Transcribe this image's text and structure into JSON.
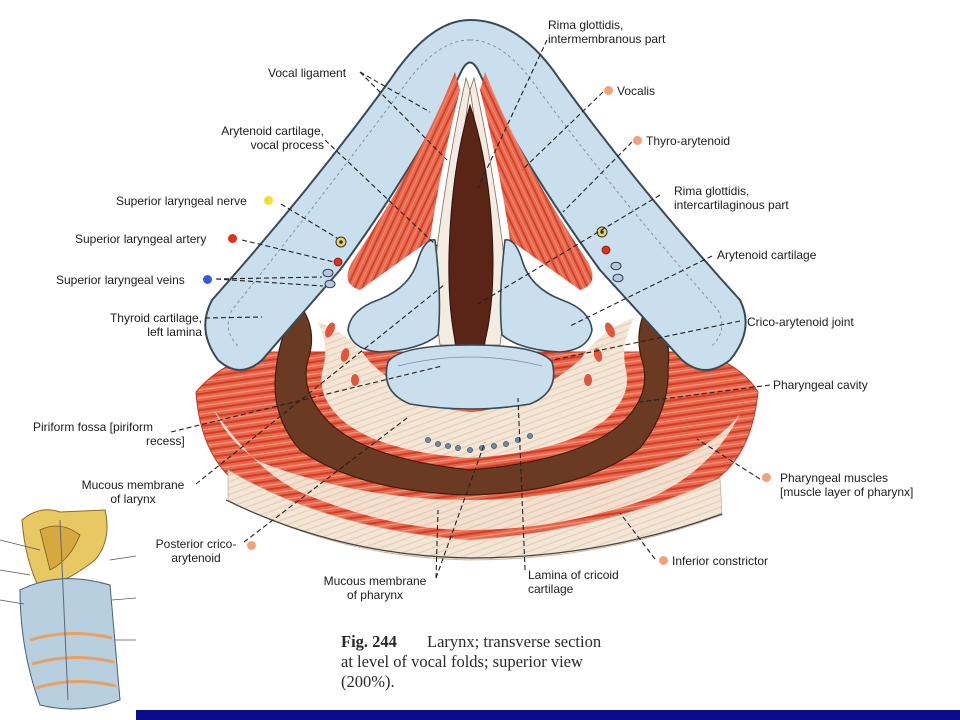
{
  "colors": {
    "cartilage": "#c9dfee",
    "cartilage_edge": "#3a4a55",
    "muscle": "#e4553f",
    "mucosa": "#f1e2cf",
    "pharynx_cavity": "#6b3a22",
    "rima": "#5a2416",
    "nerve_dot": "#f0e030",
    "artery_dot": "#e03020",
    "vein_dot": "#2f5fd0",
    "muscle_dot": "#f2a27a",
    "bottom_bar": "#0b0b8c"
  },
  "labels": {
    "rima_inter_l1": "Rima glottidis,",
    "rima_inter_l2": "intermembranous part",
    "vocal_ligament": "Vocal ligament",
    "vocalis": "Vocalis",
    "arytenoid_vp_l1": "Arytenoid cartilage,",
    "arytenoid_vp_l2": "vocal process",
    "thyro_arytenoid": "Thyro-arytenoid",
    "sup_laryngeal_nerve": "Superior laryngeal nerve",
    "rima_interc_l1": "Rima glottidis,",
    "rima_interc_l2": "intercartilaginous part",
    "sup_laryngeal_artery": "Superior laryngeal artery",
    "arytenoid_cartilage": "Arytenoid cartilage",
    "sup_laryngeal_veins": "Superior laryngeal veins",
    "thyroid_l1": "Thyroid cartilage,",
    "thyroid_l2": "left lamina",
    "crico_arytenoid_joint": "Crico-arytenoid joint",
    "pharyngeal_cavity": "Pharyngeal cavity",
    "piriform_l1": "Piriform fossa [piriform",
    "piriform_l2": "recess]",
    "mucous_larynx_l1": "Mucous membrane",
    "mucous_larynx_l2": "of larynx",
    "pharyngeal_muscles_l1": "Pharyngeal muscles",
    "pharyngeal_muscles_l2": "[muscle layer of pharynx]",
    "post_crico_l1": "Posterior crico-",
    "post_crico_l2": "arytenoid",
    "inferior_constrictor": "Inferior constrictor",
    "mucous_pharynx_l1": "Mucous membrane",
    "mucous_pharynx_l2": "of pharynx",
    "lamina_cricoid_l1": "Lamina of cricoid",
    "lamina_cricoid_l2": "cartilage"
  },
  "caption": {
    "fig": "Fig. 244",
    "line1": "Larynx; transverse section",
    "line2": "at level of vocal folds; superior view",
    "line3": "(200%)."
  },
  "thumbnail": {
    "icon": "larynx-thumbnail-icon"
  }
}
